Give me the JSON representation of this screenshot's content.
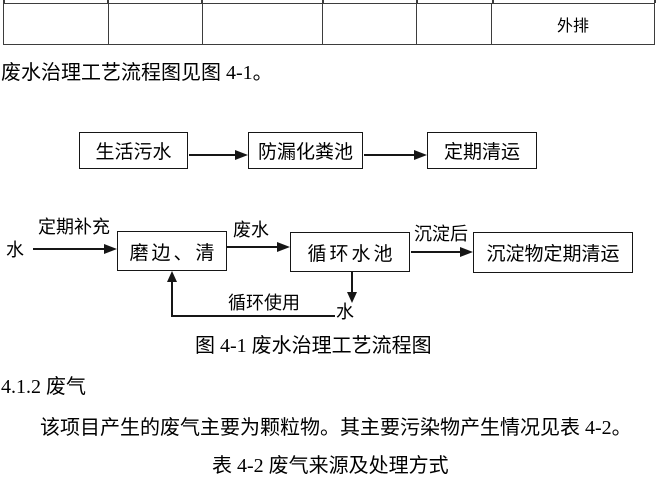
{
  "colors": {
    "text": "#000000",
    "flow_line": "#161616",
    "table_line": "#3d3d3d",
    "background": "#ffffff"
  },
  "table_fragment": {
    "cells": [
      "",
      "",
      "",
      "",
      "",
      "外排"
    ]
  },
  "paragraphs": {
    "intro": "废水治理工艺流程图见图 4-1。",
    "body": "该项目产生的废气主要为颗粒物。其主要污染物产生情况见表 4-2。"
  },
  "section": {
    "heading": "4.1.2 废气"
  },
  "captions": {
    "figure": "图 4-1 废水治理工艺流程图",
    "table": "表 4-2 废气来源及处理方式"
  },
  "flowchart_sewage": {
    "source_box": "生活污水",
    "septic_box": "防漏化粪池",
    "removal_box": "定期清运"
  },
  "flowchart_wastewater": {
    "water_in": "水",
    "refill_label": "定期补充",
    "grinding_box": "磨边、清",
    "wastewater_label": "废水",
    "pool_box": "循环水池",
    "settle_label": "沉淀后",
    "sediment_box": "沉淀物定期清运",
    "recycle_label": "循环使用",
    "water_out": "水"
  }
}
